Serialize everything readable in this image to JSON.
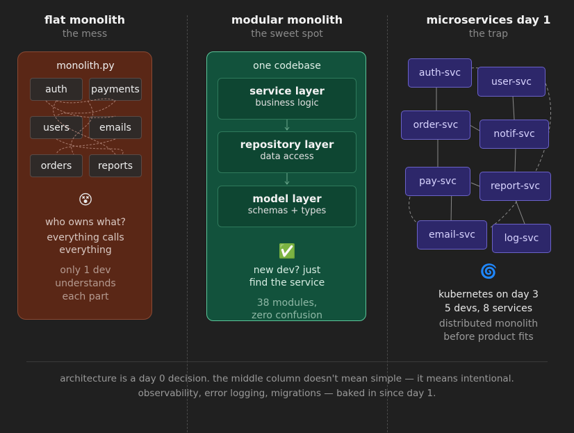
{
  "columns": [
    {
      "title": "flat monolith",
      "subtitle": "the mess",
      "panel_title": "monolith.py",
      "modules": [
        "auth",
        "payments",
        "users",
        "emails",
        "orders",
        "reports"
      ],
      "emoji": "😵",
      "lines": [
        "who owns what?",
        "everything calls",
        "everything"
      ],
      "muted_lines": [
        "only 1 dev",
        "understands",
        "each part"
      ]
    },
    {
      "title": "modular monolith",
      "subtitle": "the sweet spot",
      "panel_title": "one codebase",
      "layers": [
        {
          "title": "service layer",
          "desc": "business logic"
        },
        {
          "title": "repository layer",
          "desc": "data access"
        },
        {
          "title": "model layer",
          "desc": "schemas + types"
        }
      ],
      "emoji": "✅",
      "lines": [
        "new dev? just",
        "find the service"
      ],
      "muted_lines": [
        "38 modules,",
        "zero confusion"
      ]
    },
    {
      "title": "microservices day 1",
      "subtitle": "the trap",
      "services": [
        "auth-svc",
        "user-svc",
        "order-svc",
        "notif-svc",
        "pay-svc",
        "report-svc",
        "email-svc",
        "log-svc"
      ],
      "emoji": "🌀",
      "lines": [
        "kubernetes on day 3",
        "5 devs, 8 services"
      ],
      "muted_lines": [
        "distributed monolith",
        "before product fits"
      ]
    }
  ],
  "footer": {
    "line1": "architecture is a day 0 decision. the middle column doesn't mean simple — it means intentional.",
    "line2": "observability, error logging, migrations — baked in since day 1."
  },
  "colors": {
    "background": "#202020",
    "monolith_panel": "#5a2716",
    "modular_panel": "#12523c",
    "service_box": "#2d276a"
  }
}
